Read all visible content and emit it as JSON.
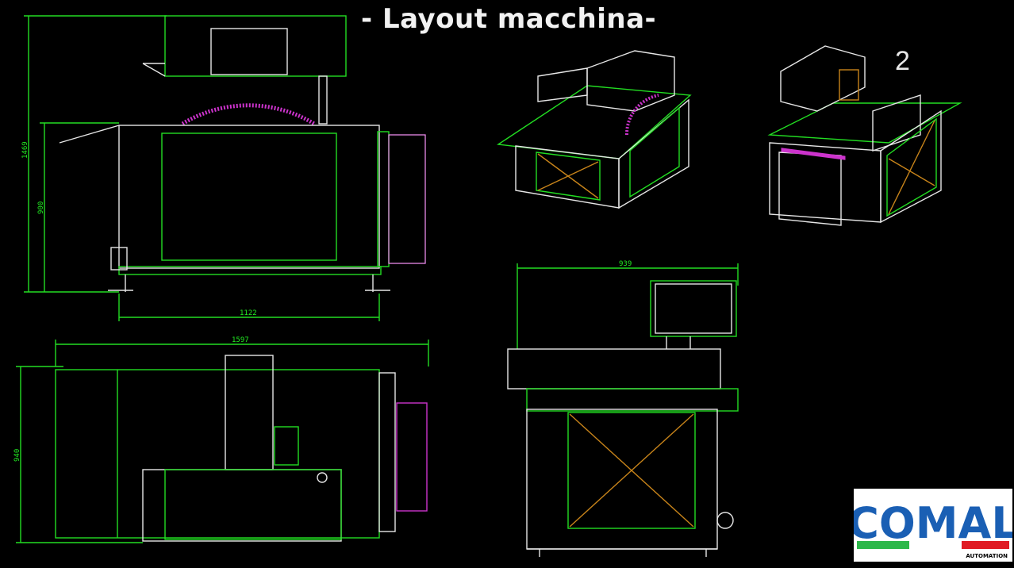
{
  "title": "- Layout macchina-",
  "page_number": "2",
  "dimensions": {
    "overall_height": "1469",
    "body_height": "900",
    "front_width": "1122",
    "top_width": "1597",
    "depth": "940",
    "side_width": "939"
  },
  "logo": {
    "word": "COMAL",
    "sub": "AUTOMATION"
  },
  "colors": {
    "background": "#000000",
    "outline_green": "#22dd22",
    "outline_white": "#e6e6e6",
    "accent_magenta": "#cc33cc",
    "cross_orange": "#c8841a",
    "logo_blue": "#1a5fb4",
    "logo_green": "#2db84a",
    "logo_red": "#e01b24"
  }
}
